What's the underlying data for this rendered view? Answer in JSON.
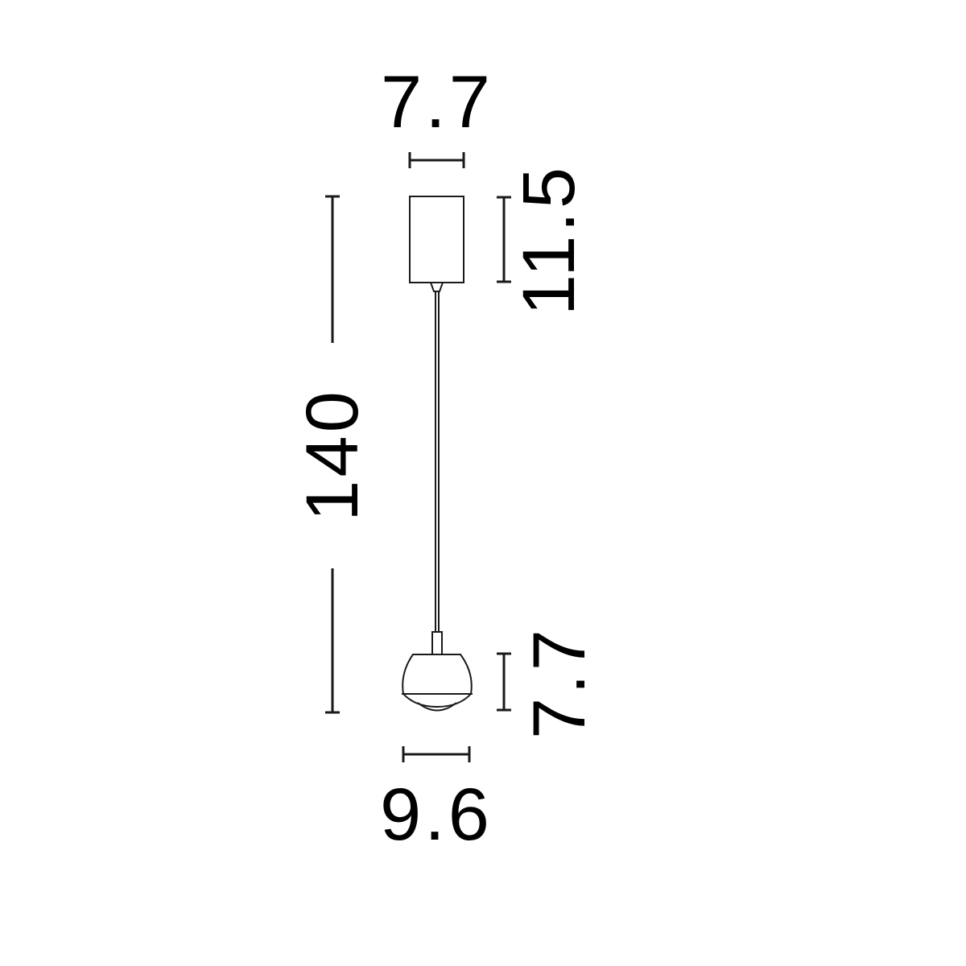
{
  "dimensions": {
    "canopy_width": "7.7",
    "canopy_height": "11.5",
    "total_height": "140",
    "shade_height": "7.7",
    "shade_width": "9.6"
  },
  "colors": {
    "line": "#1a1a1a",
    "text": "#000000",
    "background": "#ffffff"
  }
}
